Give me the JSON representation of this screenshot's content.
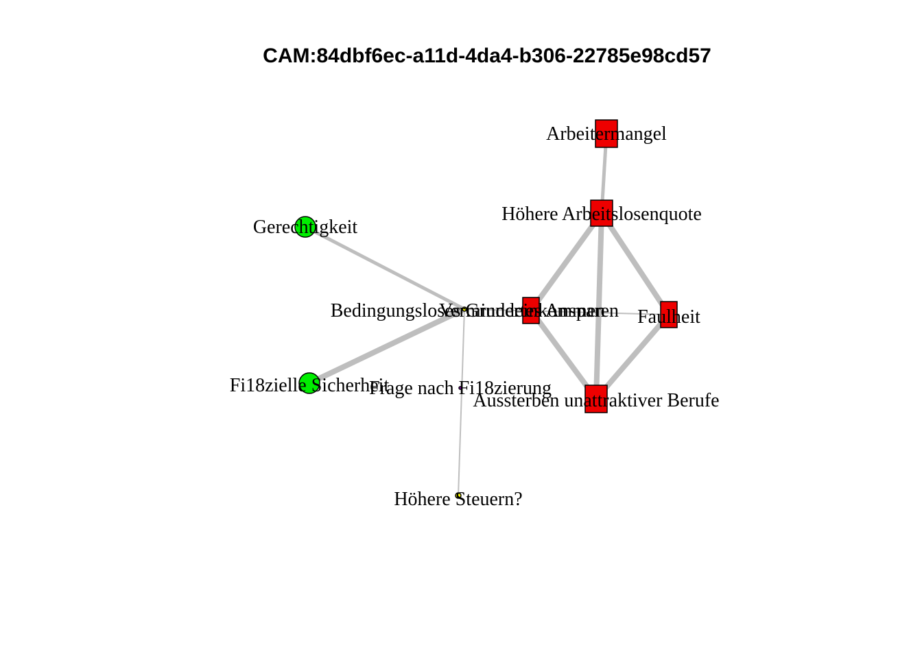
{
  "title": "CAM:84dbf6ec-a11d-4da4-b306-22785e98cd57",
  "colors": {
    "positive": "#00ee00",
    "negative": "#ee0000",
    "neutral": "#ffff00",
    "ambivalent": "#9900cc",
    "edge": "#bebebe",
    "outline": "#000000"
  },
  "nodes": [
    {
      "id": "arbeitermangel",
      "label": "Arbeitermangel",
      "shape": "square",
      "valence": "negative"
    },
    {
      "id": "hoehere-arbeitslosenquote",
      "label": "Höhere Arbeitslosenquote",
      "shape": "square",
      "valence": "negative"
    },
    {
      "id": "gerechtigkeit",
      "label": "Gerechtigkeit",
      "shape": "circle",
      "valence": "positive"
    },
    {
      "id": "bedingungsloses-grundeinkommen",
      "label": "Bedingungsloses Grundeinkommen",
      "shape": "circle",
      "valence": "neutral"
    },
    {
      "id": "vermindertes-ansparen",
      "label": "Vermindertes Ansparen",
      "shape": "square",
      "valence": "negative"
    },
    {
      "id": "faulheit",
      "label": "Faulheit",
      "shape": "square",
      "valence": "negative"
    },
    {
      "id": "finanzielle-sicherheit",
      "label": "Fi18zielle Sicherheit",
      "shape": "circle",
      "valence": "positive"
    },
    {
      "id": "frage-nach-finanzierung",
      "label": "Frage nach Fi18zierung",
      "shape": "circle",
      "valence": "ambivalent"
    },
    {
      "id": "aussterben-unattraktiver-berufe",
      "label": "Aussterben unattraktiver Berufe",
      "shape": "square",
      "valence": "negative"
    },
    {
      "id": "hoehere-steuern",
      "label": "Höhere Steuern?",
      "shape": "circle",
      "valence": "neutral"
    }
  ],
  "edges": [
    {
      "from": "arbeitermangel",
      "to": "hoehere-arbeitslosenquote",
      "strength": 2
    },
    {
      "from": "hoehere-arbeitslosenquote",
      "to": "vermindertes-ansparen",
      "strength": 3
    },
    {
      "from": "hoehere-arbeitslosenquote",
      "to": "aussterben-unattraktiver-berufe",
      "strength": 3
    },
    {
      "from": "hoehere-arbeitslosenquote",
      "to": "faulheit",
      "strength": 3
    },
    {
      "from": "vermindertes-ansparen",
      "to": "aussterben-unattraktiver-berufe",
      "strength": 3
    },
    {
      "from": "faulheit",
      "to": "aussterben-unattraktiver-berufe",
      "strength": 3
    },
    {
      "from": "bedingungsloses-grundeinkommen",
      "to": "gerechtigkeit",
      "strength": 2
    },
    {
      "from": "bedingungsloses-grundeinkommen",
      "to": "finanzielle-sicherheit",
      "strength": 3
    },
    {
      "from": "bedingungsloses-grundeinkommen",
      "to": "hoehere-steuern",
      "strength": 1
    },
    {
      "from": "bedingungsloses-grundeinkommen",
      "to": "faulheit",
      "strength": 1
    }
  ]
}
